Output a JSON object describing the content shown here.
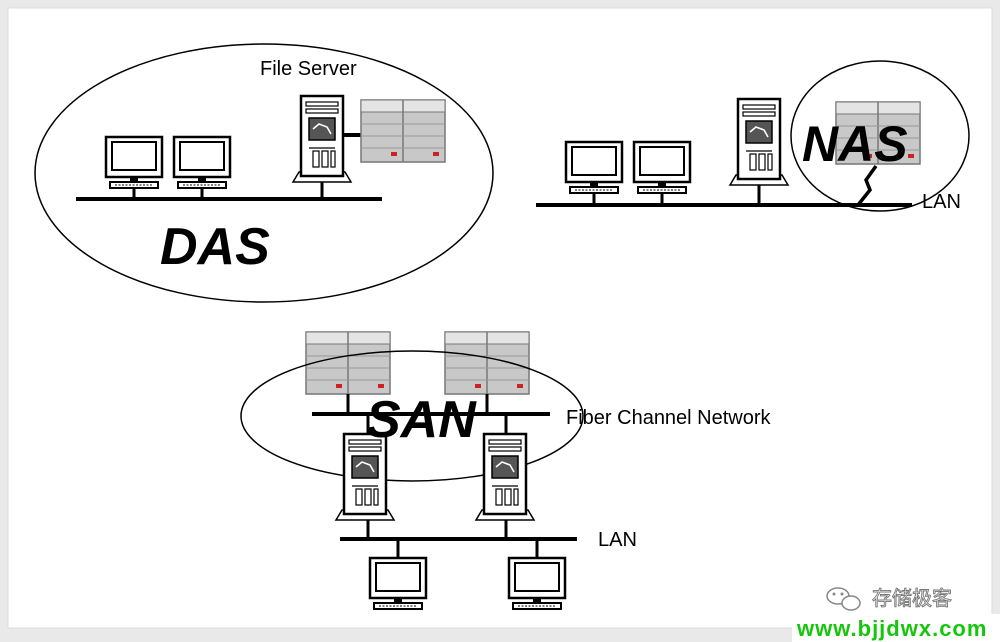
{
  "labels": {
    "file_server": "File Server",
    "das": "DAS",
    "nas": "NAS",
    "san": "SAN",
    "lan_nas": "LAN",
    "fiber_channel": "Fiber Channel Network",
    "lan_san": "LAN"
  },
  "watermark": {
    "account": "存储极客",
    "url": "www.bjjdwx.com"
  },
  "colors": {
    "background": "#e9e9e9",
    "panel": "#ffffff",
    "ink": "#000000",
    "storage_gray": "#c8c8c8",
    "storage_led": "#cc2222",
    "watermark_green": "#16c60c"
  }
}
